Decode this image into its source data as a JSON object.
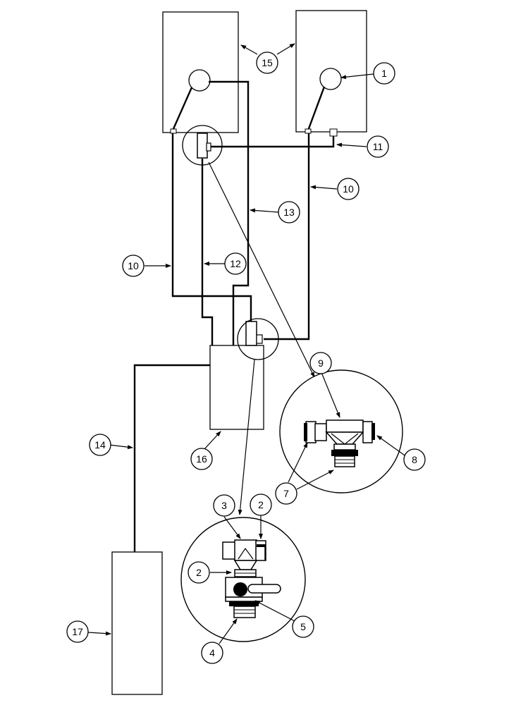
{
  "diagram": {
    "callouts": {
      "c1": "1",
      "c2a": "2",
      "c2b": "2",
      "c3": "3",
      "c4": "4",
      "c5": "5",
      "c7": "7",
      "c8": "8",
      "c9": "9",
      "c10a": "10",
      "c10b": "10",
      "c11": "11",
      "c12": "12",
      "c13": "13",
      "c14": "14",
      "c15": "15",
      "c16": "16",
      "c17": "17"
    }
  }
}
